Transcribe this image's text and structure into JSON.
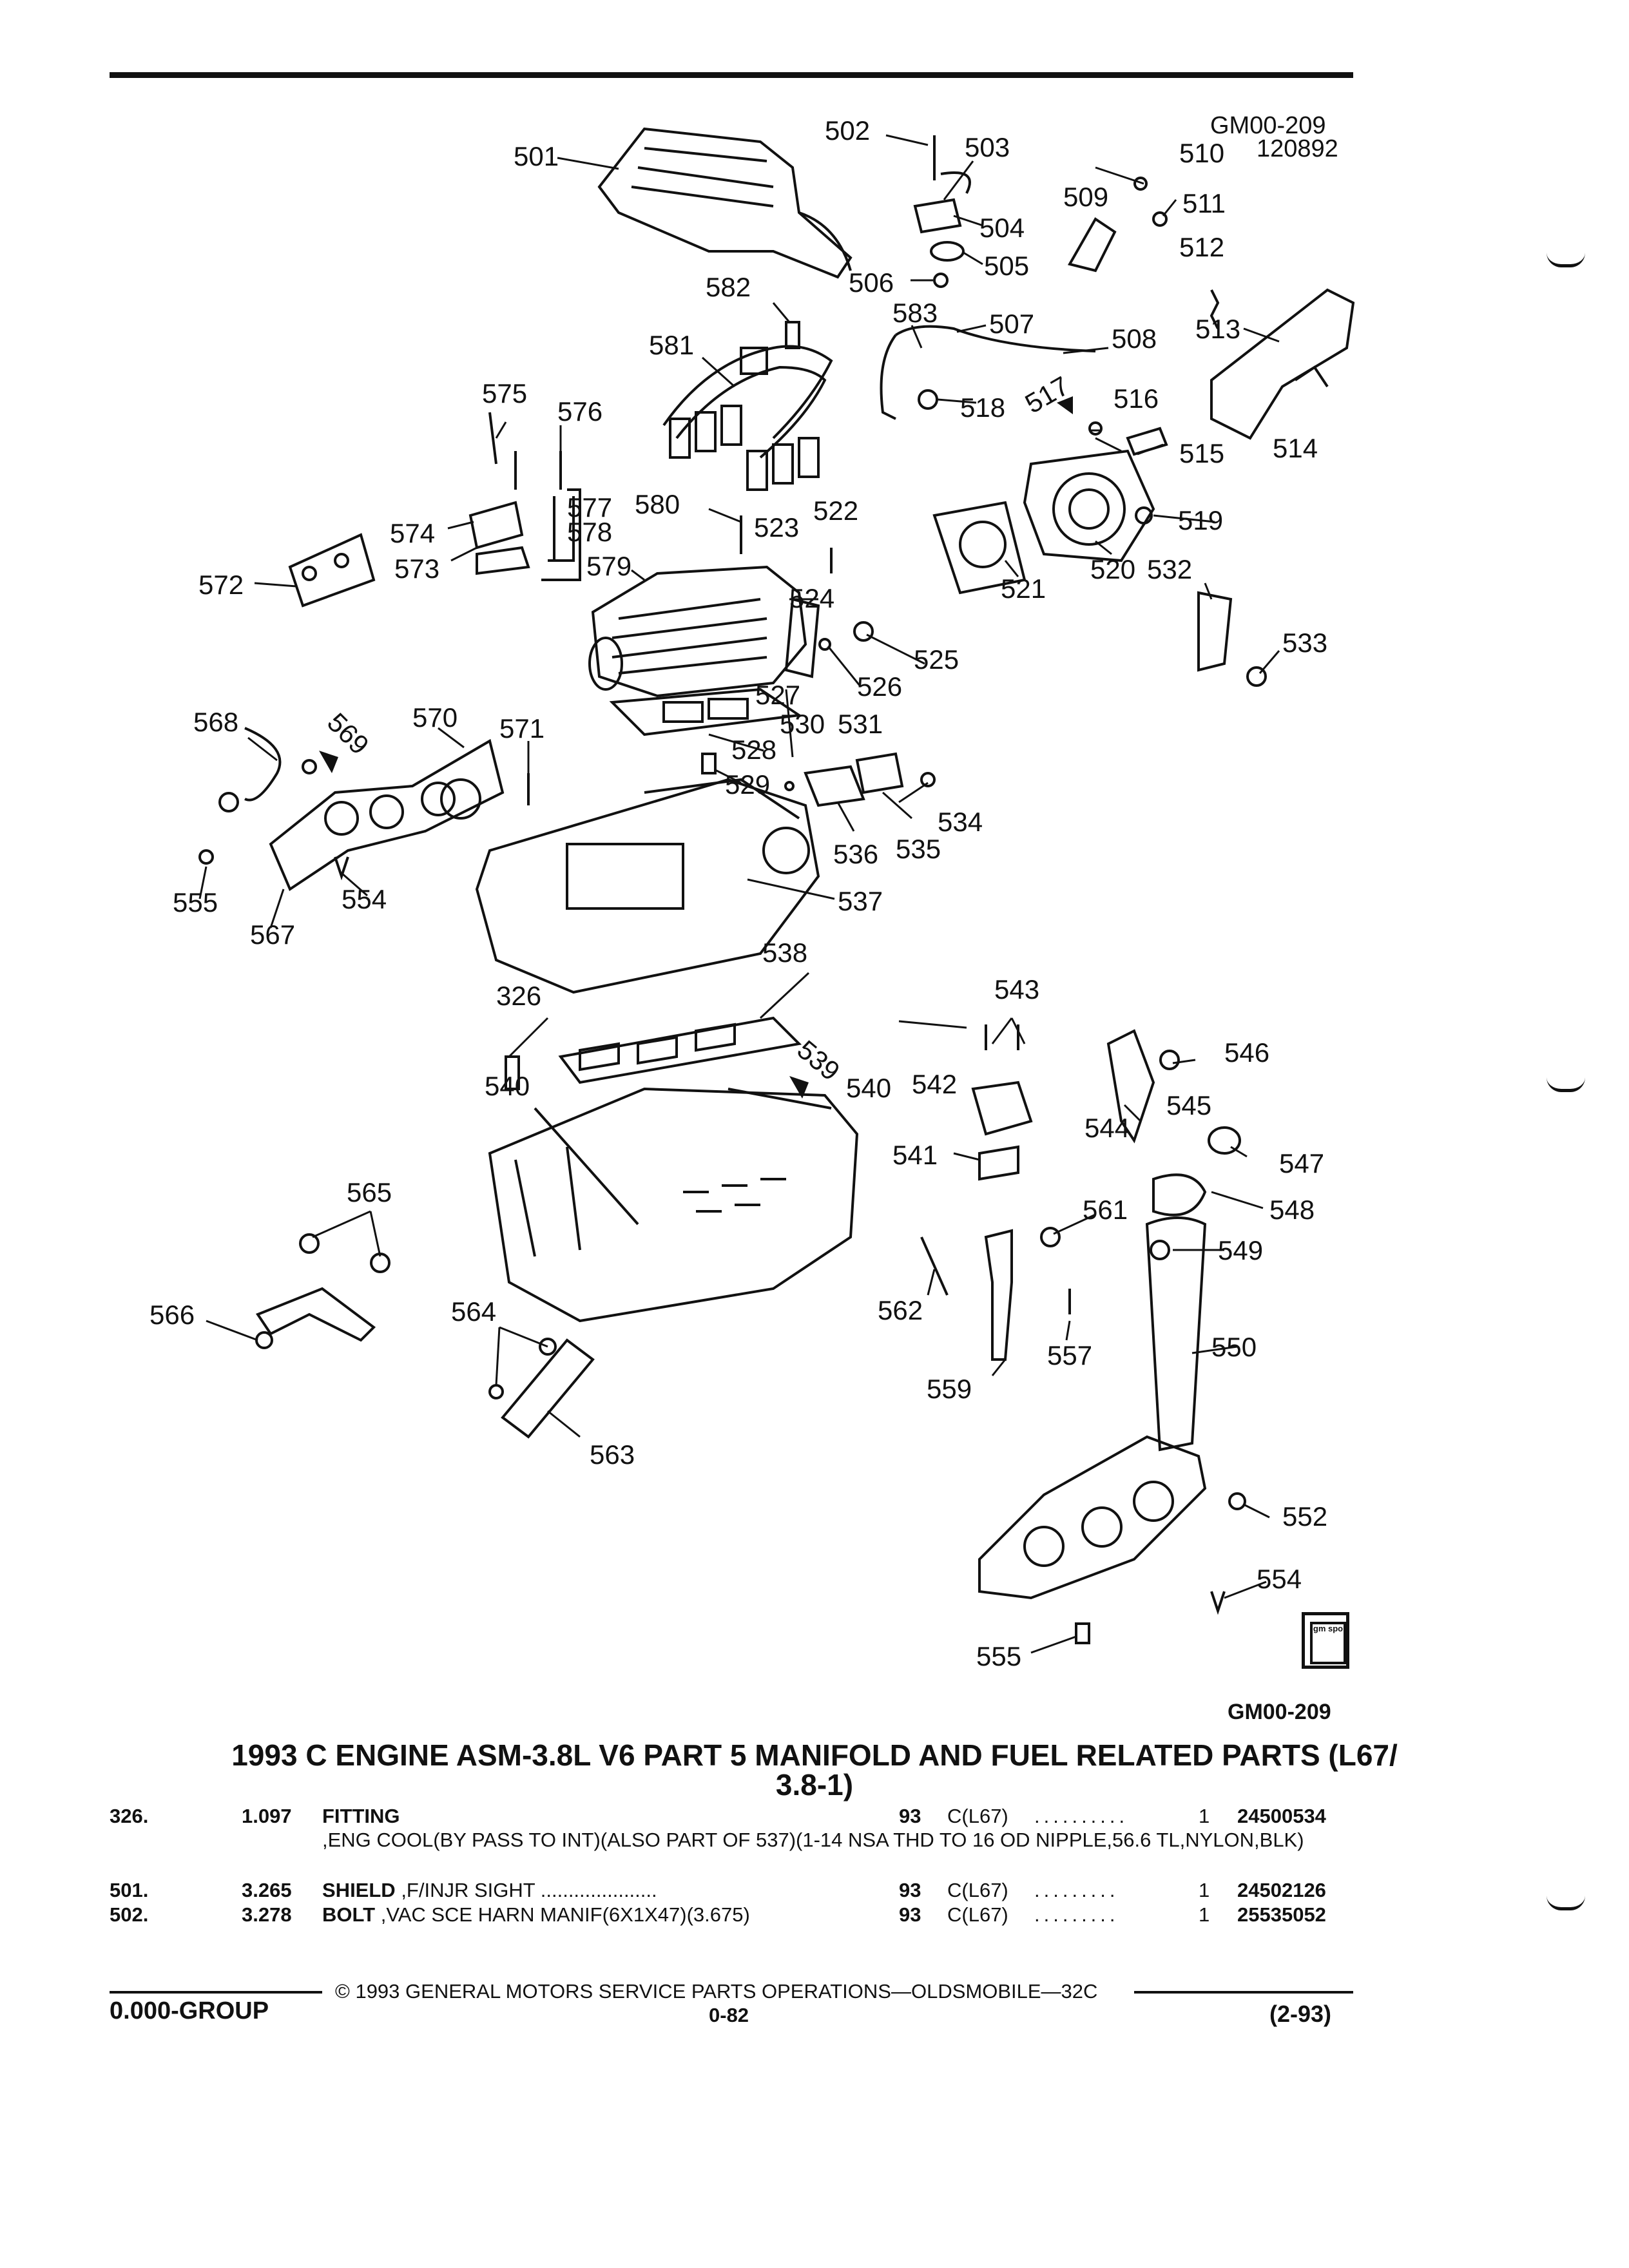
{
  "header": {
    "ref_code": "GM00-209",
    "ref_date": "120892"
  },
  "diagram": {
    "callouts": [
      "501",
      "502",
      "503",
      "504",
      "505",
      "506",
      "507",
      "508",
      "509",
      "510",
      "511",
      "512",
      "513",
      "514",
      "515",
      "516",
      "517",
      "518",
      "519",
      "520",
      "521",
      "522",
      "523",
      "524",
      "525",
      "526",
      "527",
      "528",
      "529",
      "530",
      "531",
      "532",
      "533",
      "534",
      "535",
      "536",
      "537",
      "538",
      "539",
      "540",
      "540",
      "541",
      "542",
      "543",
      "544",
      "545",
      "546",
      "547",
      "548",
      "549",
      "550",
      "552",
      "554",
      "554",
      "555",
      "555",
      "557",
      "559",
      "561",
      "562",
      "563",
      "564",
      "565",
      "566",
      "567",
      "568",
      "569",
      "570",
      "571",
      "572",
      "573",
      "574",
      "575",
      "576",
      "577",
      "578",
      "579",
      "580",
      "581",
      "582",
      "583",
      "326"
    ],
    "bottom_ref": "GM00-209",
    "logo_text": "gm spo"
  },
  "title": {
    "line1": "1993 C ENGINE ASM-3.8L V6 PART 5 MANIFOLD AND FUEL RELATED PARTS (L67/",
    "line2": "3.8-1)"
  },
  "parts": [
    {
      "num": "326.",
      "page": "1.097",
      "desc_bold": "FITTING",
      "desc": ",ENG COOL(BY PASS TO INT)(ALSO PART OF 537)(1-14 NSA THD TO 16 OD NIPPLE,56.6 TL,NYLON,BLK)",
      "year": "93",
      "model": "C(L67)",
      "dots": "..........",
      "qty": "1",
      "part": "24500534"
    },
    {
      "num": "501.",
      "page": "3.265",
      "desc_bold": "SHIELD",
      "desc": ",F/INJR SIGHT .....................",
      "year": "93",
      "model": "C(L67)",
      "dots": ".........",
      "qty": "1",
      "part": "24502126"
    },
    {
      "num": "502.",
      "page": "3.278",
      "desc_bold": "BOLT",
      "desc": ",VAC SCE HARN MANIF(6X1X47)(3.675)",
      "year": "93",
      "model": "C(L67)",
      "dots": ".........",
      "qty": "1",
      "part": "25535052"
    }
  ],
  "footer": {
    "copyright": "© 1993 GENERAL MOTORS SERVICE PARTS OPERATIONS—OLDSMOBILE—32C",
    "group": "0.000-GROUP",
    "page": "0-82",
    "date": "(2-93)"
  }
}
